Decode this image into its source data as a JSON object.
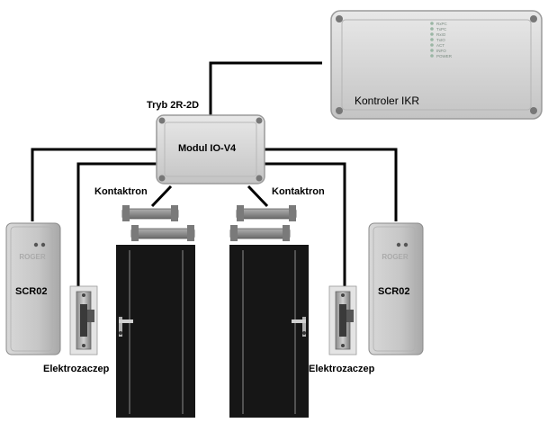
{
  "diagram": {
    "mode_label": "Tryb 2R-2D",
    "controller": {
      "label": "Kontroler IKR",
      "led_labels": [
        "RxPC",
        "TxPC",
        "RxIO",
        "TxIO",
        "ACT",
        "INFO",
        "POWER"
      ]
    },
    "io_module": {
      "label": "Modul IO-V4"
    },
    "contact_left": {
      "label": "Kontaktron"
    },
    "contact_right": {
      "label": "Kontaktron"
    },
    "reader_left": {
      "label": "SCR02",
      "brand": "ROGER"
    },
    "reader_right": {
      "label": "SCR02",
      "brand": "ROGER"
    },
    "strike_left": {
      "label": "Elektrozaczep"
    },
    "strike_right": {
      "label": "Elektrozaczep"
    },
    "colors": {
      "wire": "#000000",
      "box_fill": "#d6d6d6",
      "box_border": "#9a9a9a",
      "reader_fill": "#c8c8c8",
      "door_fill": "#161616",
      "door_line": "#9a9a9a",
      "strike_metal": "#b8b8b8",
      "led": "#9ab6a4"
    }
  }
}
